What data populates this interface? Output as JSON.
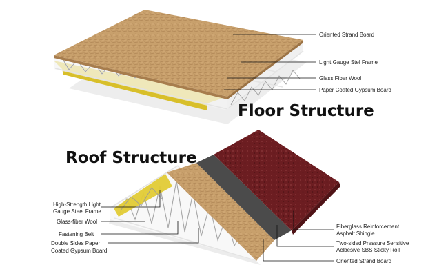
{
  "floor": {
    "title": "Floor Structure",
    "labels": [
      "Oriented Strand Board",
      "Light Gauge Stel Frame",
      "Glass Fiber Wool",
      "Paper Coated Gypsum Board"
    ]
  },
  "roof": {
    "title": "Roof Structure",
    "left_labels": [
      [
        "High-Strength Light",
        "Gauge Steel Frame"
      ],
      [
        "Glass-fiber Wool"
      ],
      [
        "Fastening Belt"
      ],
      [
        "Double Sides Paper",
        "Coated Gypsum Board"
      ]
    ],
    "right_labels": [
      [
        "Fiberglass Reinforcement",
        "Asphalt Shingle"
      ],
      [
        "Two-sided Pressure Sensitive",
        "Aclbesive SBS Sticky Roll"
      ],
      [
        "Oriented Strand Board"
      ]
    ]
  },
  "colors": {
    "osb": "#c49a66",
    "shingle": "#6e1e22",
    "membrane": "#4a4a4a",
    "wool": "#e8d23a",
    "steel": "#e6e6e6",
    "gypsum": "#efefef"
  }
}
